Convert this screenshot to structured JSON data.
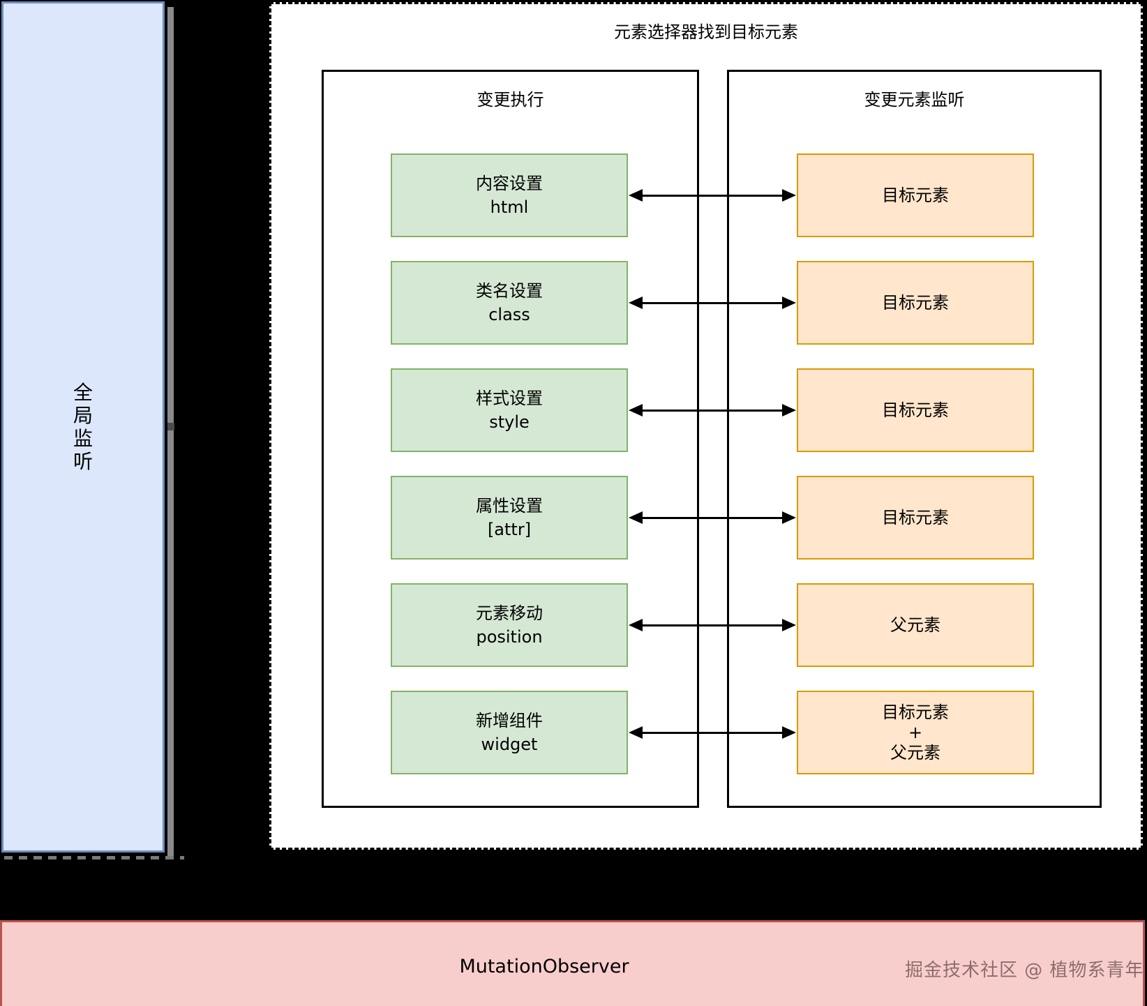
{
  "left_panel": {
    "chars": [
      "全",
      "局",
      "监",
      "听"
    ],
    "label": "全局监听",
    "fill": "#dce7fb",
    "border": "#6c8ebf"
  },
  "outer_box": {
    "title": "元素选择器找到目标元素"
  },
  "exec_panel": {
    "title": "变更执行",
    "fill": "#d5e8d4",
    "border": "#82b366",
    "items": [
      {
        "line1": "内容设置",
        "line2": "html"
      },
      {
        "line1": "类名设置",
        "line2": "class"
      },
      {
        "line1": "样式设置",
        "line2": "style"
      },
      {
        "line1": "属性设置",
        "line2": "[attr]"
      },
      {
        "line1": "元素移动",
        "line2": "position"
      },
      {
        "line1": "新增组件",
        "line2": "widget"
      }
    ]
  },
  "listen_panel": {
    "title": "变更元素监听",
    "fill": "#ffe6cc",
    "border": "#d79b00",
    "items": [
      {
        "lines": [
          "目标元素"
        ]
      },
      {
        "lines": [
          "目标元素"
        ]
      },
      {
        "lines": [
          "目标元素"
        ]
      },
      {
        "lines": [
          "目标元素"
        ]
      },
      {
        "lines": [
          "父元素"
        ]
      },
      {
        "lines": [
          "目标元素",
          "+",
          "父元素"
        ]
      }
    ]
  },
  "banner": {
    "label": "MutationObserver",
    "watermark": "掘金技术社区 @ 植物系青年",
    "fill": "#f8cecc",
    "border": "#b85450"
  }
}
